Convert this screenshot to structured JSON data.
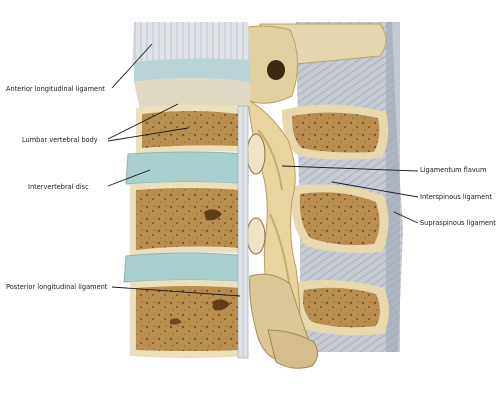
{
  "labels": {
    "anterior_longitudinal_ligament": "Anterior longitudinal ligament",
    "lumbar_vertebral_body": "Lumbar vertebral body",
    "intervertebral_disc": "Intervertebral disc",
    "posterior_longitudinal_ligament": "Posterior longitudinal ligament",
    "ligamentum_flavum": "Ligamentum flavum",
    "interspinous_ligament": "Interspinous ligament",
    "supraspinous_ligament": "Supraspinous ligament"
  },
  "colors": {
    "bone_cortex": "#e9dcb4",
    "bone_cancellous": "#b88f4e",
    "bone_pore": "#6e4a20",
    "disc": "#aacfcf",
    "ligament": "#c2c7d0",
    "ligament_light": "#e4e8ee",
    "flavum": "#e6d29c",
    "leader_line": "#1a1a1a"
  }
}
